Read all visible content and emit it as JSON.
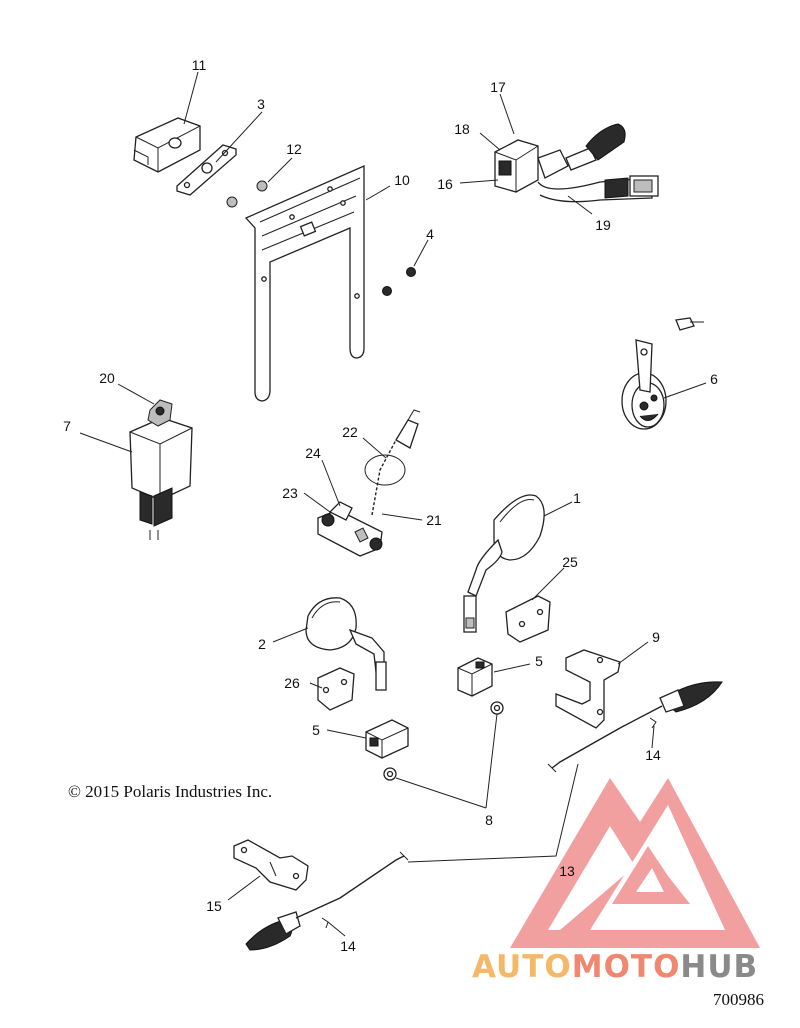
{
  "diagram": {
    "copyright": "© 2015 Polaris Industries Inc.",
    "figure_number": "700986",
    "watermark": {
      "brand_auto": "AUTO",
      "brand_moto": "MOTO",
      "brand_hub": "HUB",
      "colors": {
        "auto": "#f4b868",
        "moto": "#f08770",
        "hub": "#8a8a8a",
        "logo": "#ef8f8f"
      }
    },
    "callouts": {
      "c1": "1",
      "c2": "2",
      "c3": "3",
      "c4": "4",
      "c5a": "5",
      "c5b": "5",
      "c6": "6",
      "c7": "7",
      "c8": "8",
      "c9": "9",
      "c10": "10",
      "c11": "11",
      "c12": "12",
      "c13": "13",
      "c14a": "14",
      "c14b": "14",
      "c15": "15",
      "c16": "16",
      "c17": "17",
      "c18": "18",
      "c19": "19",
      "c20": "20",
      "c21": "21",
      "c22": "22",
      "c23": "23",
      "c24": "24",
      "c25": "25",
      "c26": "26"
    }
  }
}
